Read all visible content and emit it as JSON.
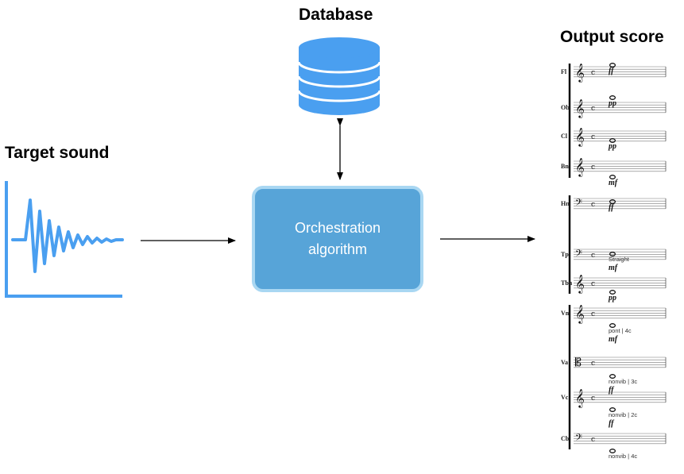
{
  "labels": {
    "target_sound": "Target sound",
    "database": "Database",
    "output_score": "Output score",
    "algorithm_line1": "Orchestration",
    "algorithm_line2": "algorithm"
  },
  "colors": {
    "accent_blue": "#4a9ff0",
    "box_fill": "#57a4d8",
    "box_border": "#a9d7f2"
  },
  "icons": {
    "database": "database-cylinder-icon",
    "waveform": "damped-waveform-icon"
  },
  "score": {
    "staves": [
      {
        "instrument": "Fl",
        "dynamic": "ff",
        "technique": ""
      },
      {
        "instrument": "Ob",
        "dynamic": "pp",
        "technique": ""
      },
      {
        "instrument": "Cl",
        "dynamic": "pp",
        "technique": ""
      },
      {
        "instrument": "Bn",
        "dynamic": "mf",
        "technique": ""
      },
      {
        "instrument": "Hn",
        "dynamic": "ff",
        "technique": ""
      },
      {
        "instrument": "Tp",
        "dynamic": "mf",
        "technique": "Straight"
      },
      {
        "instrument": "Tbn",
        "dynamic": "pp",
        "technique": ""
      },
      {
        "instrument": "Vn",
        "dynamic": "mf",
        "technique": "pont | 4c"
      },
      {
        "instrument": "Va",
        "dynamic": "ff",
        "technique": "nonvib | 3c"
      },
      {
        "instrument": "Vc",
        "dynamic": "ff",
        "technique": "nonvib | 2c"
      },
      {
        "instrument": "Cb",
        "dynamic": "",
        "technique": "nonvib | 4c"
      }
    ]
  }
}
